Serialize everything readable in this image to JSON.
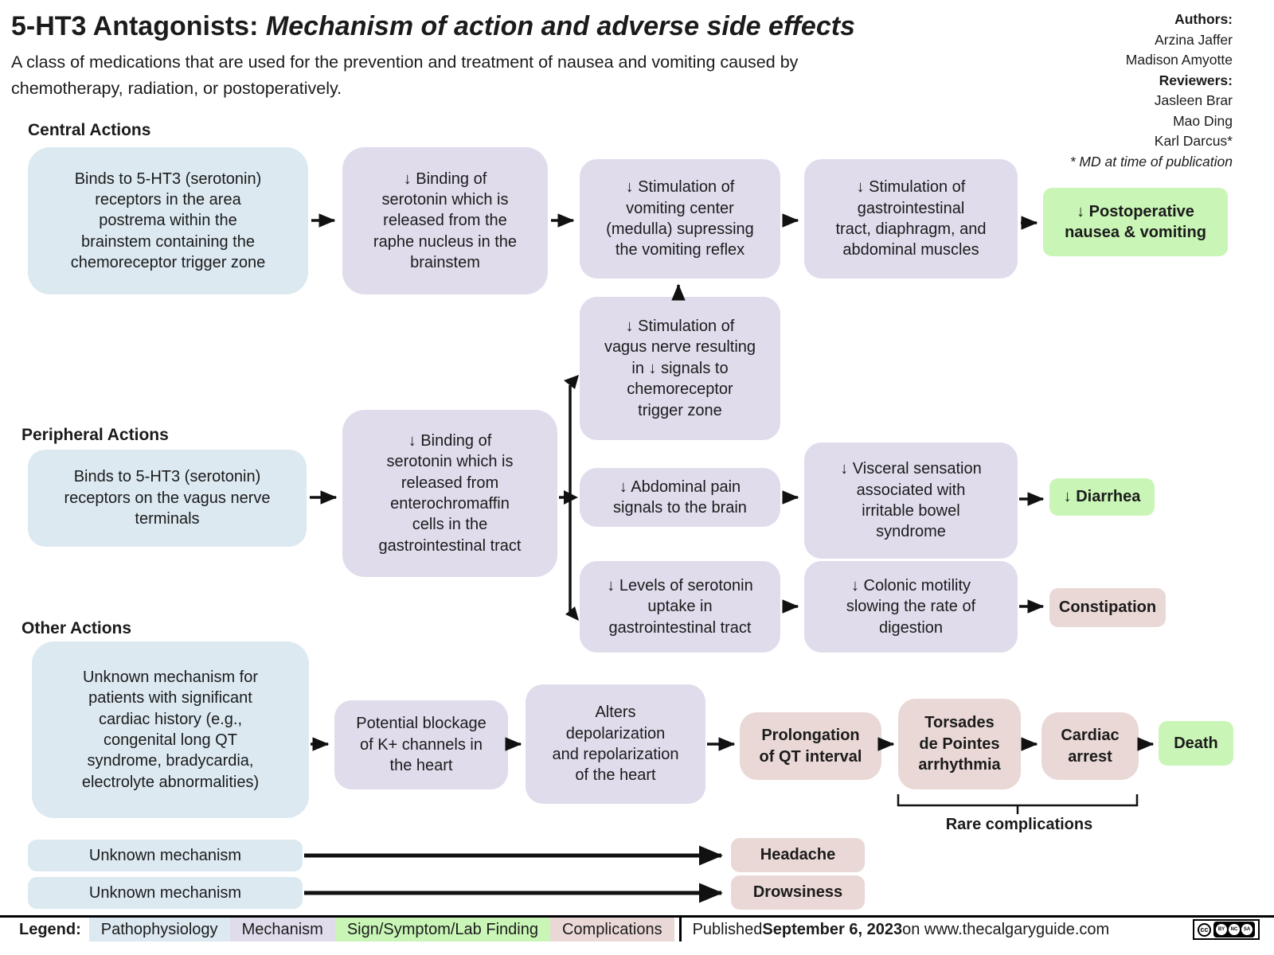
{
  "header": {
    "title_prefix": "5-HT3 Antagonists: ",
    "title_italic": "Mechanism of action and adverse side effects",
    "subtitle": "A class of medications that are used for the prevention and treatment of nausea and vomiting caused by chemotherapy, radiation, or postoperatively.",
    "authors_label": "Authors:",
    "authors": [
      "Arzina Jaffer",
      "Madison Amyotte"
    ],
    "reviewers_label": "Reviewers:",
    "reviewers": [
      "Jasleen Brar",
      "Mao Ding",
      "Karl Darcus*"
    ],
    "footnote": "* MD at time of publication"
  },
  "sections": {
    "central": "Central Actions",
    "peripheral": "Peripheral Actions",
    "other": "Other Actions"
  },
  "nodes": {
    "central_binds": "Binds to 5-HT3 (serotonin)\nreceptors in the area\npostrema within the\nbrainstem containing the\nchemoreceptor trigger zone",
    "raphe_binding": "↓ Binding of\nserotonin which is\nreleased from the\nraphe nucleus in the\nbrainstem",
    "vomiting_center": "↓ Stimulation of\nvomiting center\n(medulla) supressing\nthe vomiting reflex",
    "gi_stimulation": "↓ Stimulation of\ngastrointestinal\ntract, diaphragm, and\nabdominal muscles",
    "postop_nausea": "↓ Postoperative\nnausea & vomiting",
    "vagus_stimulation": "↓ Stimulation of\nvagus nerve resulting\nin ↓ signals to\nchemoreceptor\ntrigger zone",
    "peripheral_binds": "Binds to 5-HT3 (serotonin)\nreceptors on the vagus nerve\nterminals",
    "enterochromaffin_binding": "↓ Binding of\nserotonin which is\nreleased from\nenterochromaffin\ncells in the\ngastrointestinal tract",
    "abdominal_pain": "↓ Abdominal pain\nsignals to the brain",
    "visceral_sensation": "↓ Visceral sensation\nassociated with\nirritable bowel\nsyndrome",
    "diarrhea": "↓ Diarrhea",
    "serotonin_uptake": "↓ Levels of serotonin\nuptake in\ngastrointestinal tract",
    "colonic_motility": "↓ Colonic motility\nslowing the rate of\ndigestion",
    "constipation": "Constipation",
    "other_unknown_cardiac": "Unknown mechanism for\npatients with significant\ncardiac history (e.g.,\ncongenital long QT\nsyndrome, bradycardia,\nelectrolyte abnormalities)",
    "k_channel_blockage": "Potential blockage\nof K+ channels in\nthe heart",
    "depolarization": "Alters\ndepolarization\nand repolarization\nof the heart",
    "qt_prolongation": "Prolongation\nof QT interval",
    "torsades": "Torsades\nde Pointes\narrhythmia",
    "cardiac_arrest": "Cardiac\narrest",
    "death": "Death",
    "unknown_mechanism_1": "Unknown mechanism",
    "unknown_mechanism_2": "Unknown mechanism",
    "headache": "Headache",
    "drowsiness": "Drowsiness"
  },
  "annotations": {
    "rare_complications": "Rare complications"
  },
  "legend": {
    "label": "Legend:",
    "items": [
      "Pathophysiology",
      "Mechanism",
      "Sign/Symptom/Lab Finding",
      "Complications"
    ],
    "published_prefix": "Published ",
    "published_date": "September 6, 2023",
    "published_suffix": " on www.thecalgaryguide.com",
    "license_cc": "cc",
    "license_parts": [
      "BY",
      "NC",
      "SA"
    ]
  },
  "colors": {
    "pathophysiology_blue": "#dce9f1",
    "mechanism_lavender": "#e0dcec",
    "sign_symptom_green": "#c9f5b6",
    "complication_pink": "#e9d8d6",
    "text": "#1b1b1b",
    "arrow": "#111111"
  }
}
